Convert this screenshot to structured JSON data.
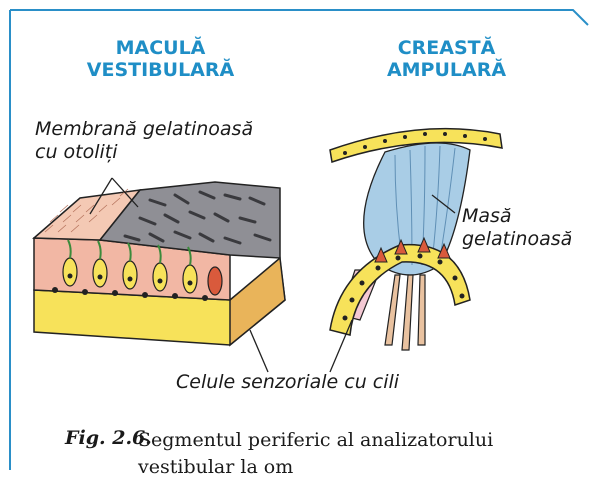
{
  "titles": {
    "left_line1": "MACULĂ",
    "left_line2": "VESTIBULARĂ",
    "right_line1": "CREASTĂ",
    "right_line2": "AMPULARĂ"
  },
  "labels": {
    "membrane_line1": "Membrană gelatinoasă",
    "membrane_line2": "cu otoliți",
    "mass_line1": "Masă",
    "mass_line2": "gelatinoasă",
    "cells": "Celule senzoriale cu cili"
  },
  "caption": {
    "number": "Fig. 2.6.",
    "text": "Segmentul periferic al analizatorului vestibular la om"
  },
  "colors": {
    "frame": "#2a8fc8",
    "title": "#1f8ec6",
    "cell_pink": "#f2b7a4",
    "cell_yellow": "#f7e25a",
    "gel_blue": "#a9cde6",
    "otolith_gray": "#8f8f95",
    "hair_cell_red": "#d95a3c"
  }
}
